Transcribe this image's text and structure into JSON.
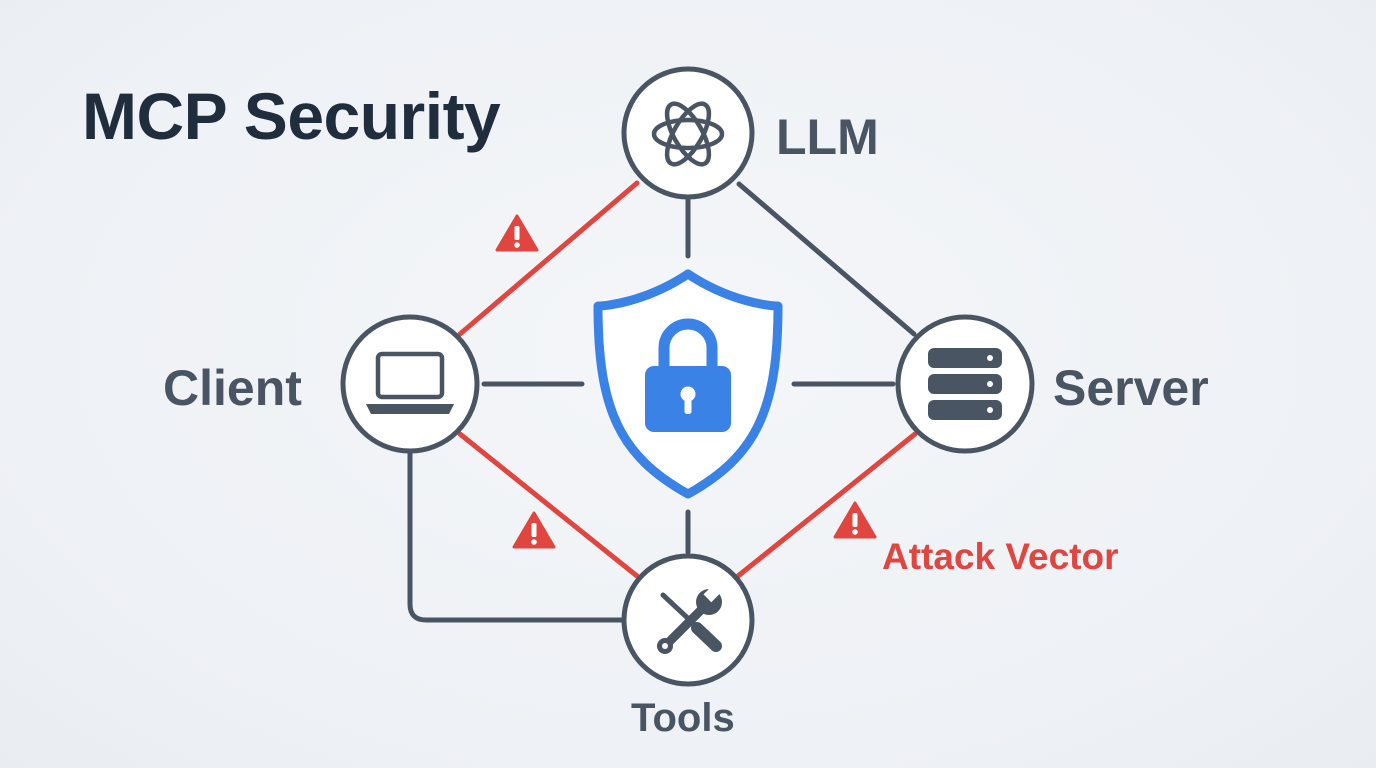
{
  "title": "MCP Security",
  "nodes": {
    "llm": {
      "label": "LLM",
      "icon": "openai-logo-icon"
    },
    "client": {
      "label": "Client",
      "icon": "laptop-icon"
    },
    "server": {
      "label": "Server",
      "icon": "server-rack-icon"
    },
    "tools": {
      "label": "Tools",
      "icon": "wrench-screwdriver-icon"
    },
    "hub": {
      "icon": "shield-lock-icon"
    }
  },
  "annotations": {
    "attack_vector": "Attack Vector"
  },
  "icons": {
    "warning": "warning-triangle-icon"
  },
  "colors": {
    "node_stroke": "#4a5563",
    "secure_link": "#4a5563",
    "attack_link": "#e0453f",
    "shield": "#3b82e6",
    "warning": "#e0453f",
    "title": "#1f2d3d"
  }
}
